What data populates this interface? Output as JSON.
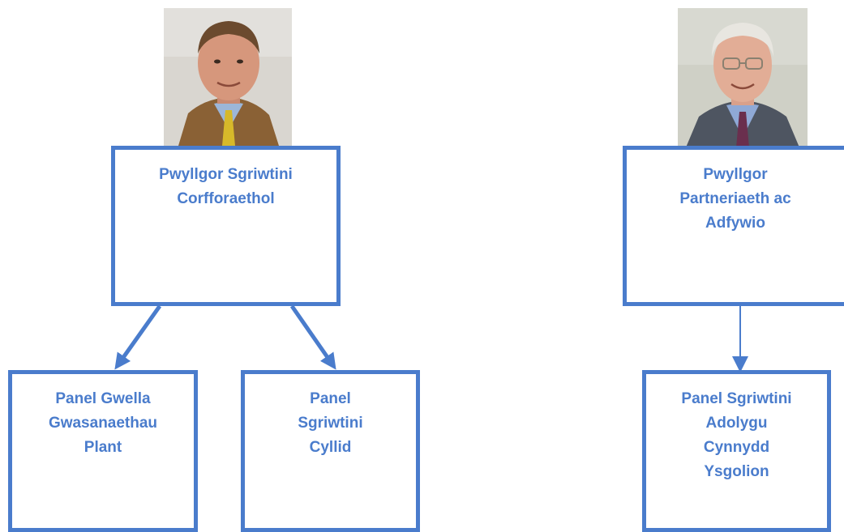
{
  "diagram": {
    "colors": {
      "accent": "#4a7ccc",
      "background": "#ffffff"
    },
    "nodes": {
      "corporate": {
        "lines": [
          "Pwyllgor Sgriwtini",
          "Corfforaethol"
        ]
      },
      "partnership": {
        "lines": [
          "Pwyllgor",
          "Partneriaeth ac",
          "Adfywio"
        ]
      },
      "children": {
        "lines": [
          "Panel Gwella",
          "Gwasanaethau",
          "Plant"
        ]
      },
      "finance": {
        "lines": [
          "Panel",
          "Sgriwtini",
          "Cyllid"
        ]
      },
      "schools": {
        "lines": [
          "Panel Sgriwtini",
          "Adolygu",
          "Cynnydd",
          "Ysgolion"
        ]
      }
    },
    "photos": {
      "left": {
        "subject": "chair-portrait-brown-jacket"
      },
      "right": {
        "subject": "chair-portrait-grey-hair"
      }
    }
  }
}
